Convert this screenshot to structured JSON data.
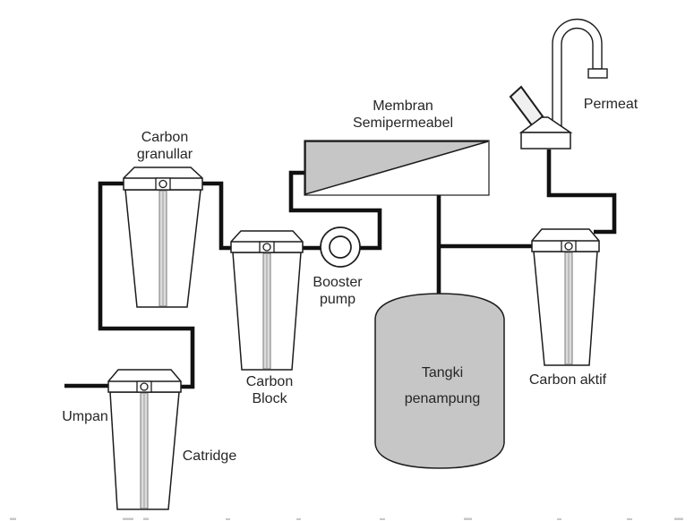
{
  "colors": {
    "fill_gray": "#c6c6c6",
    "stripe_gray": "#dcdcdc",
    "handle_fill": "#f0f0f0",
    "pipe": "#111111",
    "line": "#1c1c1c",
    "text": "#262626"
  },
  "components": {
    "carbon_granular": {
      "label_lines": [
        "Carbon",
        "granullar"
      ]
    },
    "carbon_block": {
      "label_lines": [
        "Carbon",
        "Block"
      ]
    },
    "cartridge": {
      "label": "Catridge"
    },
    "carbon_active": {
      "label": "Carbon aktif"
    },
    "booster_pump": {
      "label_lines": [
        "Booster",
        "pump"
      ]
    },
    "membrane": {
      "label_lines": [
        "Membran",
        "Semipermeabel"
      ]
    },
    "storage_tank": {
      "label_lines": [
        "Tangki",
        "penampung"
      ]
    },
    "faucet": {
      "label": "Permeat"
    },
    "feed": {
      "label": "Umpan"
    }
  }
}
